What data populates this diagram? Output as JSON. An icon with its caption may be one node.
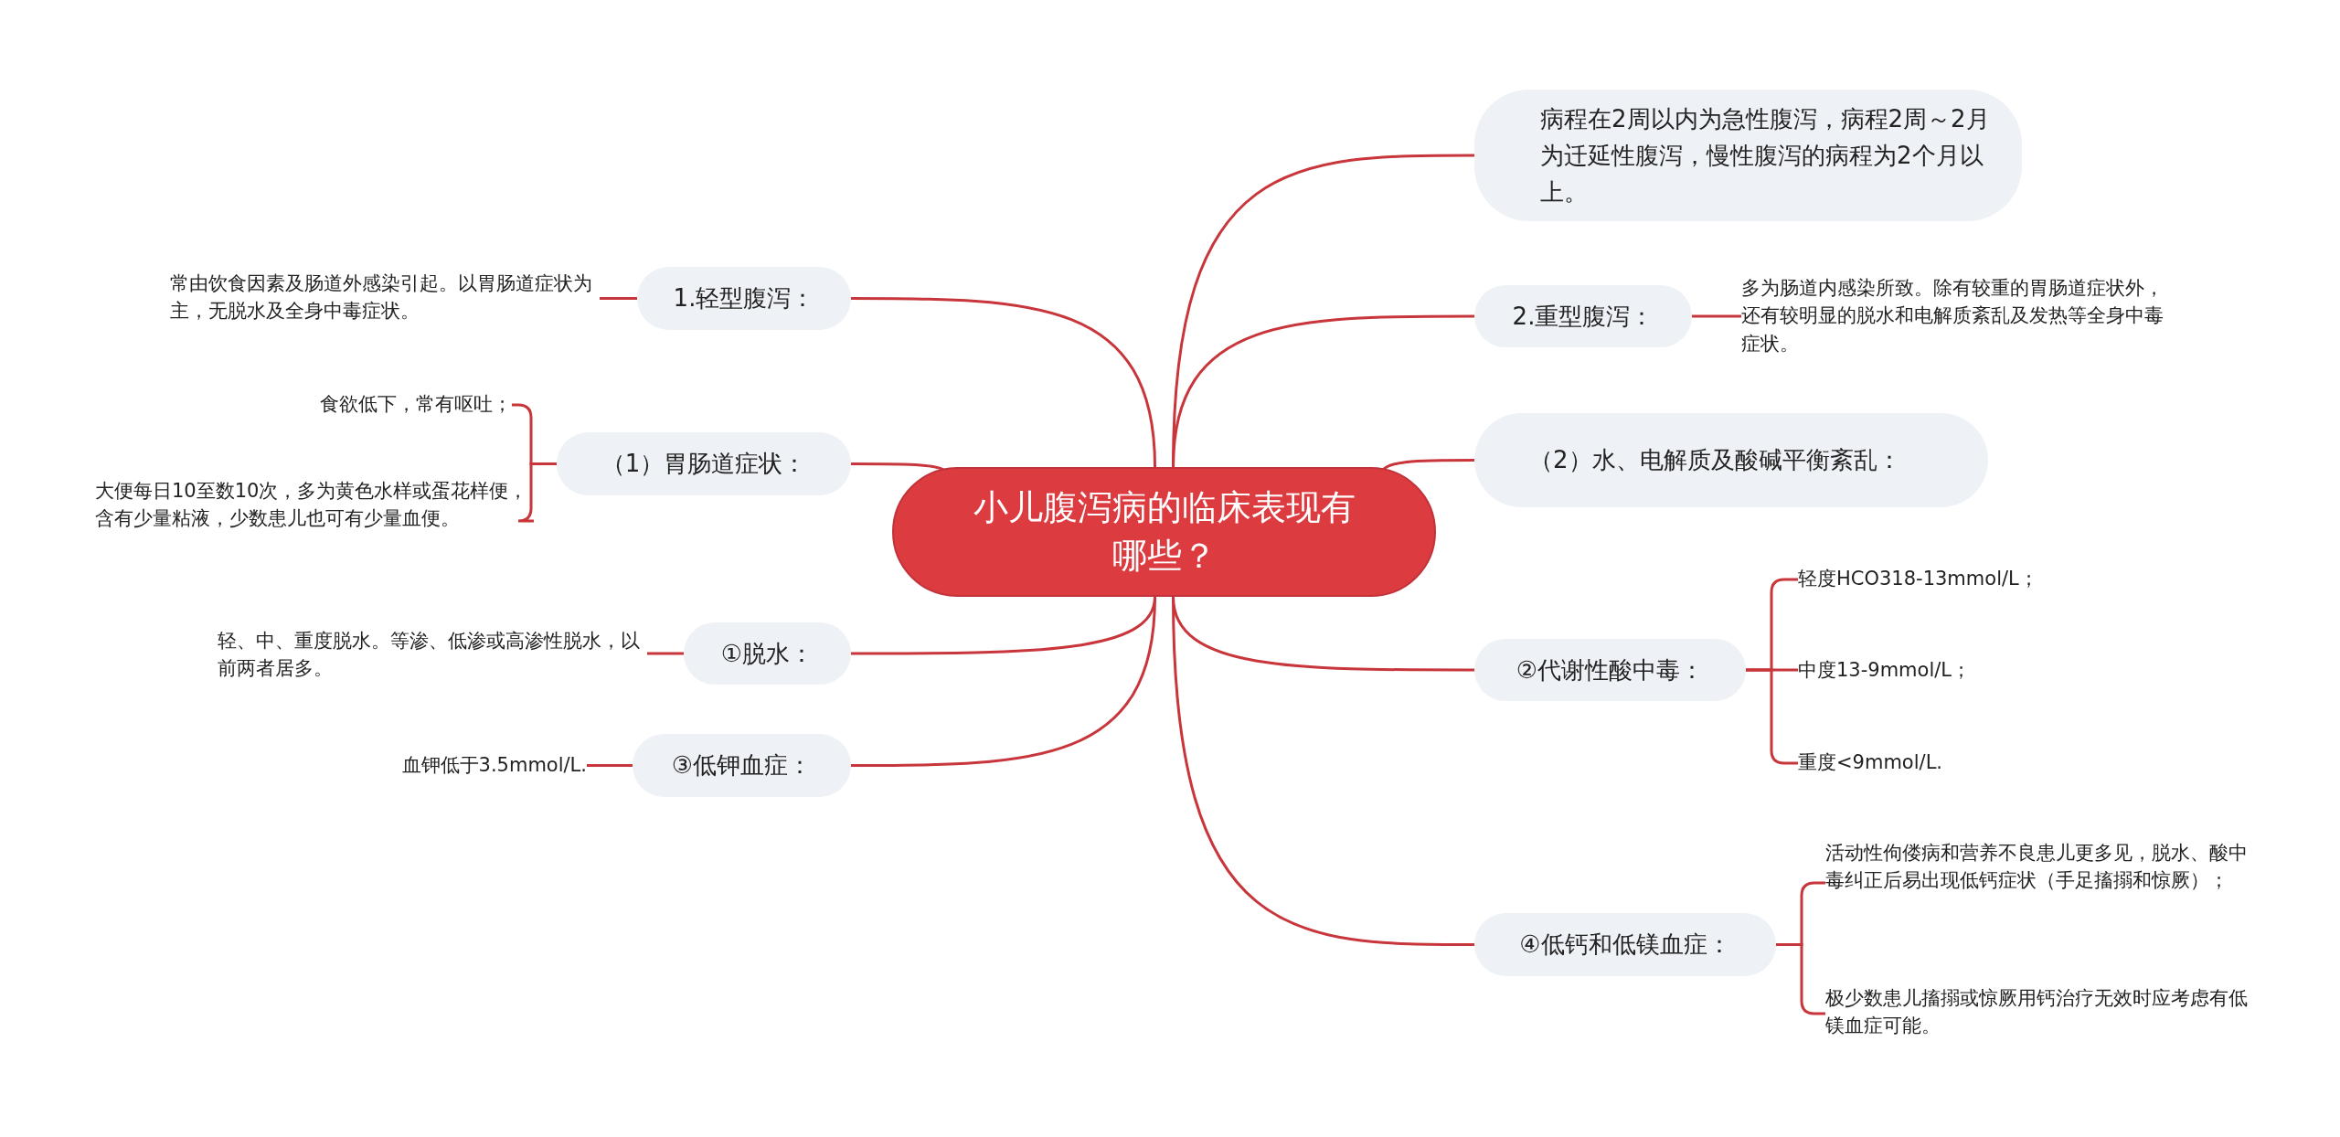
{
  "diagram": {
    "nodes": [
      {
        "text": [
          "小儿腹泻病的临床表现有哪些？"
        ]
      },
      {
        "text": [
          "病程在2周以内为急性腹泻，病程2周～2月为迁延性腹泻，慢性腹泻的病程为2个月以上。"
        ]
      },
      {
        "text": [
          "2.重型腹泻："
        ]
      },
      {
        "text": [
          "多为肠道内感染所致。除有较重的胃肠道症状外，还有较明显的脱水和电解质紊乱及发热等全身中毒症状。"
        ]
      },
      {
        "text": [
          "（2）水、电解质及酸碱平衡紊乱："
        ]
      },
      {
        "text": [
          "②代谢性酸中毒："
        ]
      },
      {
        "text": [
          "轻度HCO318-13mmol/L；"
        ]
      },
      {
        "text": [
          "中度13-9mmol/L；"
        ]
      },
      {
        "text": [
          "重度<9mmol/L."
        ]
      },
      {
        "text": [
          "④低钙和低镁血症："
        ]
      },
      {
        "text": [
          "活动性佝偻病和营养不良患儿更多见，脱水、酸中毒纠正后易出现低钙症状（手足搐搦和惊厥）；"
        ]
      },
      {
        "text": [
          "极少数患儿搐搦或惊厥用钙治疗无效时应考虑有低镁血症可能。"
        ]
      },
      {
        "text": [
          "1.轻型腹泻："
        ]
      },
      {
        "text": [
          "常由饮食因素及肠道外感染引起。以胃肠道症状为主，无脱水及全身中毒症状。"
        ]
      },
      {
        "text": [
          "（1）胃肠道症状："
        ]
      },
      {
        "text": [
          "食欲低下，常有呕吐；"
        ]
      },
      {
        "text": [
          "大便每日10至数10次，多为黄色水样或蛋花样便，含有少量粘液，少数患儿也可有少量血便。"
        ]
      },
      {
        "text": [
          "①脱水："
        ]
      },
      {
        "text": [
          "轻、中、重度脱水。等渗、低渗或高渗性脱水，以前两者居多。"
        ]
      },
      {
        "text": [
          "③低钾血症："
        ]
      },
      {
        "text": [
          "血钾低于3.5mmol/L."
        ]
      }
    ],
    "edges": [
      {
        "from": 0,
        "to": 1,
        "arrow": "none"
      },
      {
        "from": 0,
        "to": 2,
        "arrow": "none"
      },
      {
        "from": 2,
        "to": 3,
        "arrow": "none"
      },
      {
        "from": 0,
        "to": 4,
        "arrow": "none"
      },
      {
        "from": 0,
        "to": 5,
        "arrow": "none"
      },
      {
        "from": 5,
        "to": 6,
        "arrow": "none"
      },
      {
        "from": 5,
        "to": 7,
        "arrow": "none"
      },
      {
        "from": 5,
        "to": 8,
        "arrow": "none"
      },
      {
        "from": 0,
        "to": 9,
        "arrow": "none"
      },
      {
        "from": 9,
        "to": 10,
        "arrow": "none"
      },
      {
        "from": 9,
        "to": 11,
        "arrow": "none"
      },
      {
        "from": 0,
        "to": 12,
        "arrow": "none"
      },
      {
        "from": 12,
        "to": 13,
        "arrow": "none"
      },
      {
        "from": 0,
        "to": 14,
        "arrow": "none"
      },
      {
        "from": 14,
        "to": 15,
        "arrow": "none"
      },
      {
        "from": 14,
        "to": 16,
        "arrow": "none"
      },
      {
        "from": 0,
        "to": 17,
        "arrow": "none"
      },
      {
        "from": 17,
        "to": 18,
        "arrow": "none"
      },
      {
        "from": 0,
        "to": 19,
        "arrow": "none"
      },
      {
        "from": 19,
        "to": 20,
        "arrow": "none"
      }
    ]
  }
}
